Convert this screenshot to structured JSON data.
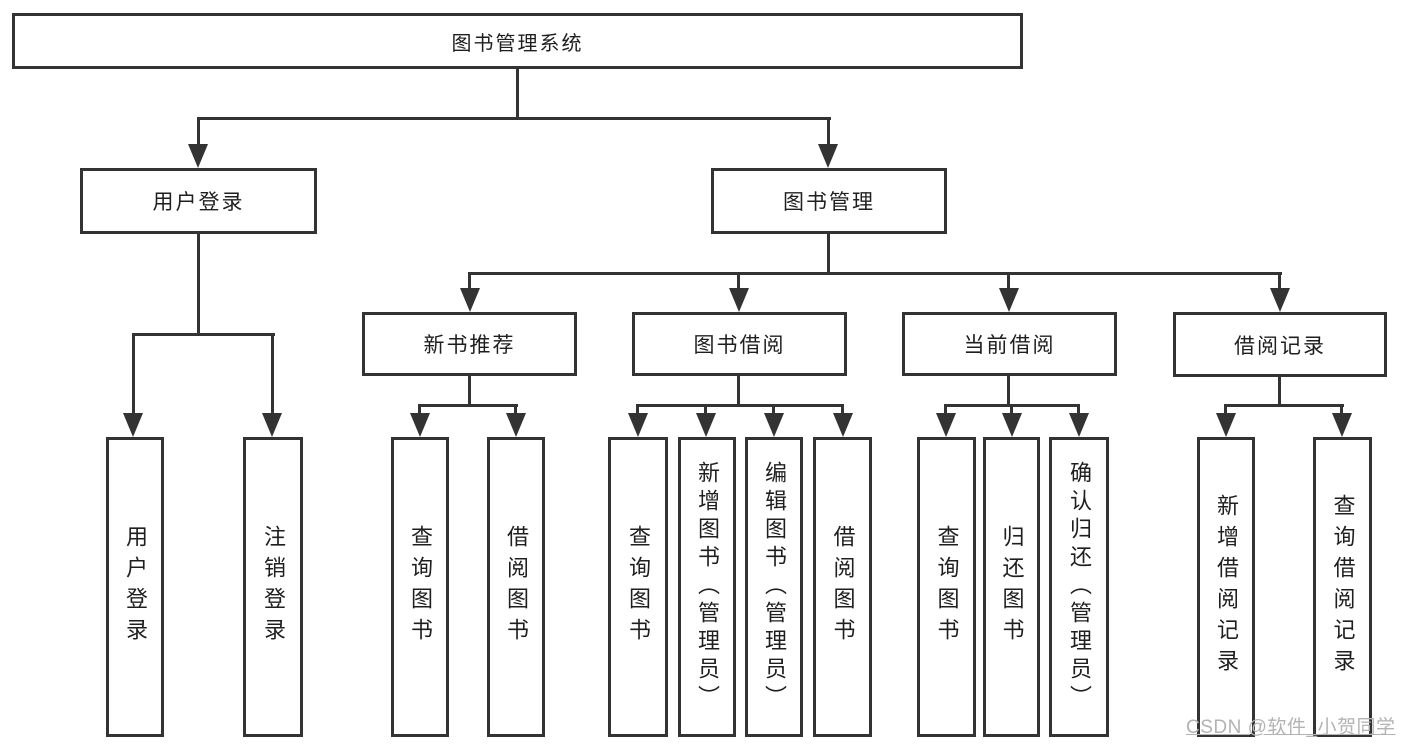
{
  "nodes": {
    "root": "图书管理系统",
    "user_login": "用户登录",
    "book_mgmt": "图书管理",
    "login_user": "用户登录",
    "login_logout": "注销登录",
    "new_book_rec": "新书推荐",
    "book_borrow": "图书借阅",
    "current_borrow": "当前借阅",
    "borrow_records": "借阅记录",
    "nbr_query_book": "查询图书",
    "nbr_borrow_book": "借阅图书",
    "bb_query_book": "查询图书",
    "bb_add_book": "新增图书（管理员）",
    "bb_edit_book": "编辑图书（管理员）",
    "bb_borrow_book": "借阅图书",
    "cb_query_book": "查询图书",
    "cb_return_book": "归还图书",
    "cb_confirm_return": "确认归还（管理员）",
    "br_add_record": "新增借阅记录",
    "br_query_record": "查询借阅记录"
  },
  "watermark": "CSDN @软件_小贺同学",
  "colors": {
    "line": "#333333",
    "text": "#1f1f1f",
    "box_bg": "#ffffff",
    "watermark": "#b3b3b3",
    "background": "#ffffff"
  }
}
